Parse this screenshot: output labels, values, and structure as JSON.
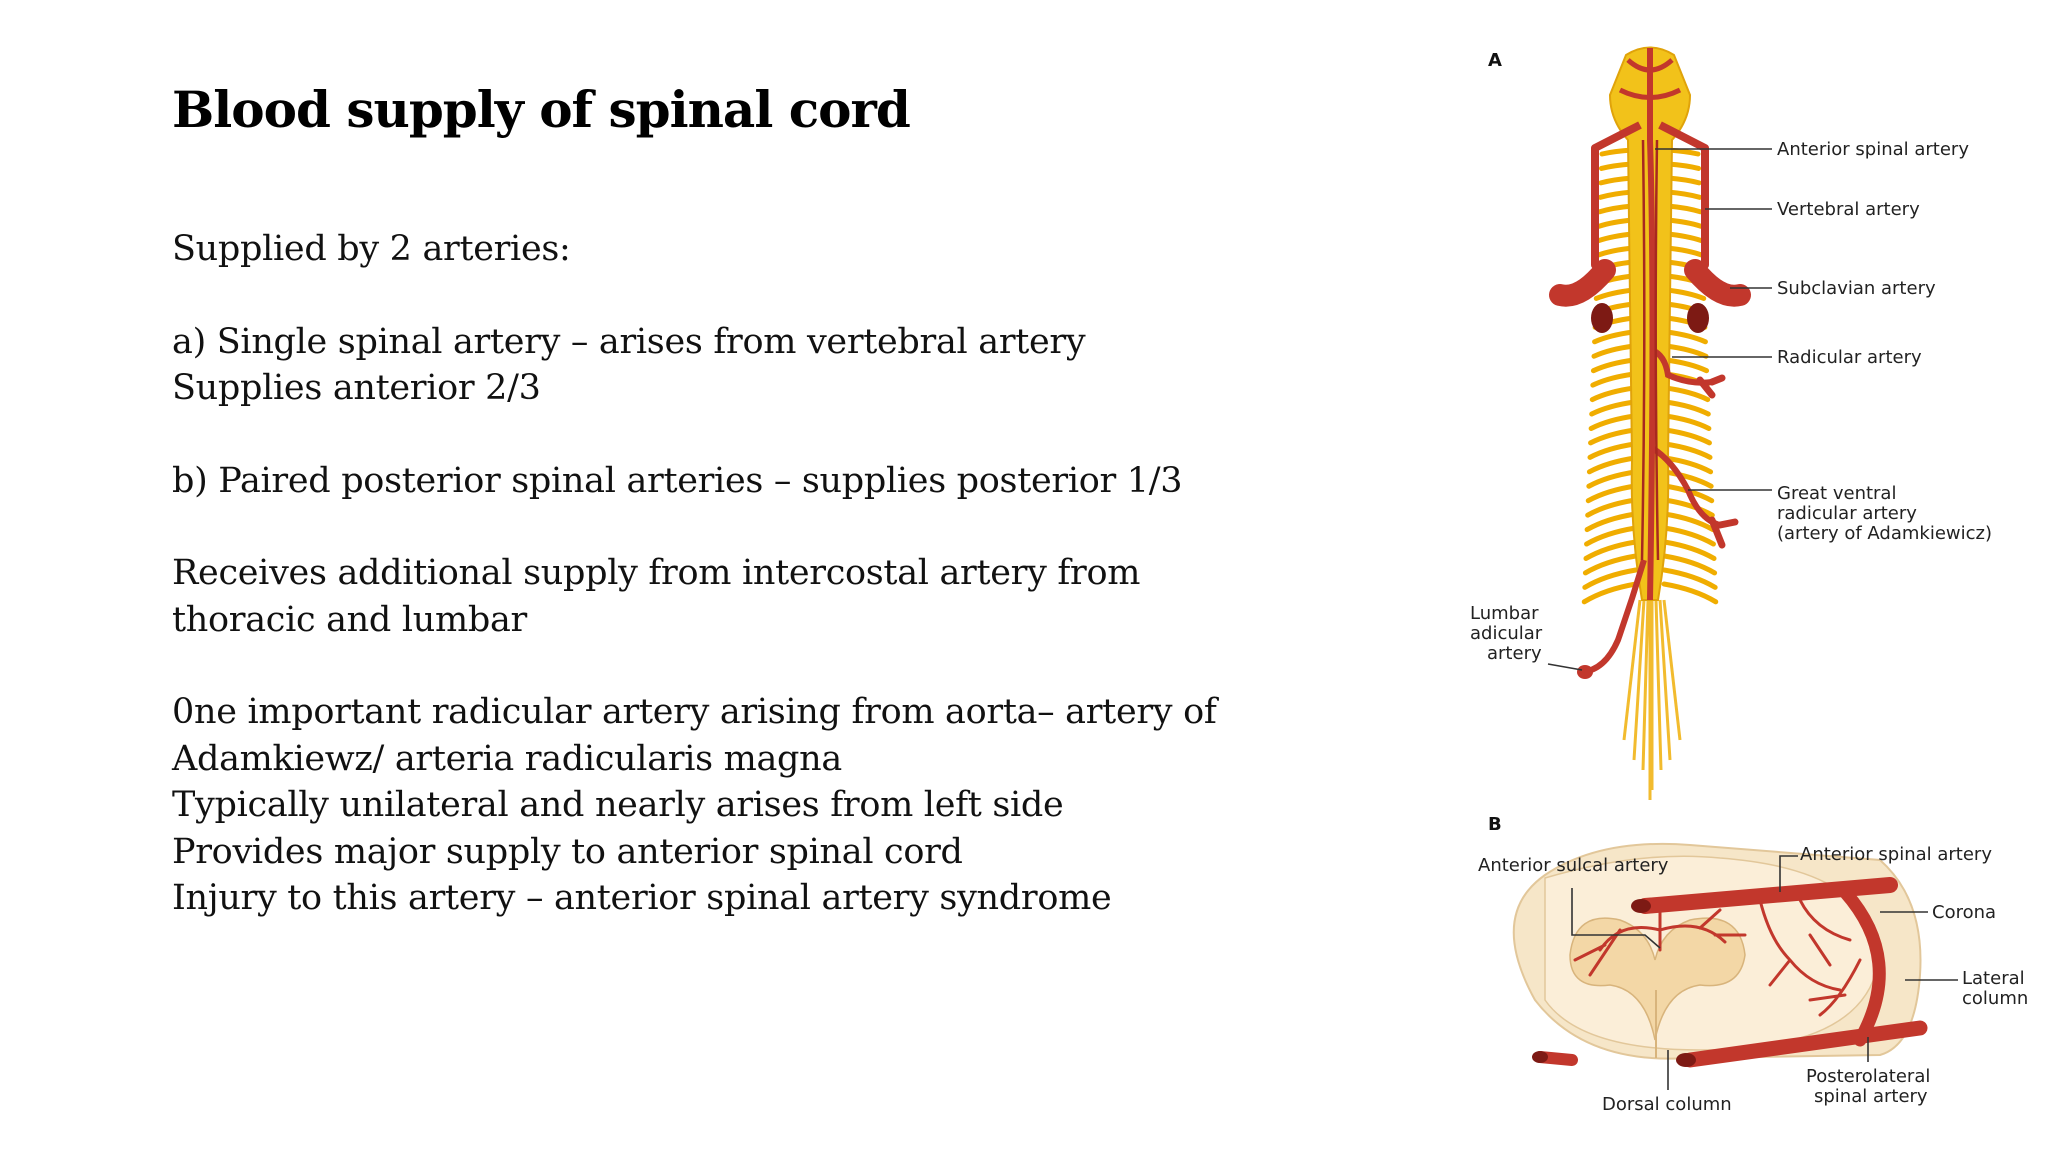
{
  "slide": {
    "title": "Blood supply of spinal cord",
    "paragraphs": [
      [
        "Supplied by 2 arteries:"
      ],
      [
        "a) Single spinal artery – arises from vertebral artery",
        "Supplies anterior 2/3"
      ],
      [
        "b) Paired posterior spinal arteries – supplies posterior 1/3"
      ],
      [
        "Receives additional supply from intercostal artery from",
        "thoracic and lumbar"
      ],
      [
        "0ne important radicular artery arising from aorta– artery of",
        "Adamkiewz/ arteria radicularis magna",
        "Typically unilateral and nearly arises from left side",
        "Provides major supply to anterior spinal cord",
        "Injury to this artery – anterior spinal artery syndrome"
      ]
    ]
  },
  "figure": {
    "panel_a": {
      "letter": "A",
      "labels": {
        "anterior_spinal": "Anterior spinal artery",
        "vertebral": "Vertebral artery",
        "subclavian": "Subclavian artery",
        "radicular": "Radicular artery",
        "great_ventral": [
          "Great ventral",
          "radicular artery",
          "(artery of Adamkiewicz)"
        ],
        "lumbar": [
          "Lumbar",
          "adicular",
          "artery"
        ]
      }
    },
    "panel_b": {
      "letter": "B",
      "labels": {
        "anterior_sulcal": "Anterior sulcal artery",
        "anterior_spinal": "Anterior spinal artery",
        "corona": "Corona",
        "lateral_column": [
          "Lateral",
          "column"
        ],
        "dorsal_column": "Dorsal column",
        "posterolateral": [
          "Posterolateral",
          "spinal artery"
        ]
      }
    },
    "colors": {
      "artery": "#c2372c",
      "cord": "#f2c21a",
      "nerve": "#f0ad00",
      "tissue": "#f6e6c8"
    }
  }
}
